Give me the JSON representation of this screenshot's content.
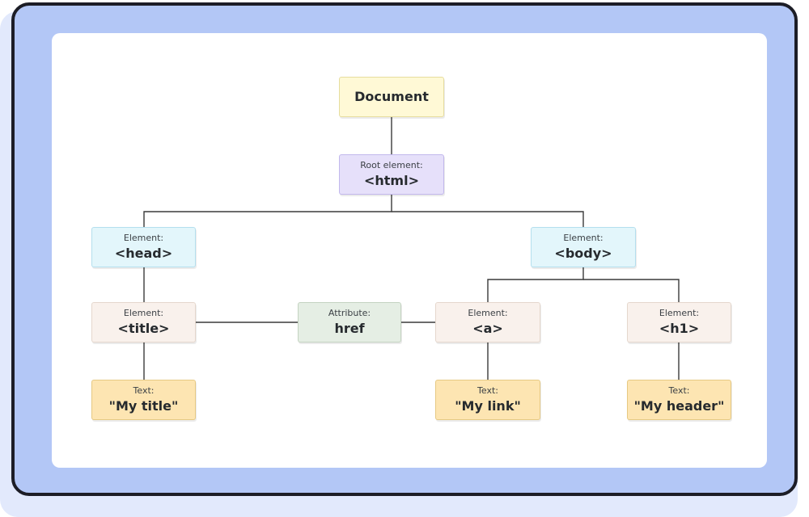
{
  "diagram": {
    "nodes": {
      "document": {
        "value": "Document",
        "color": "#fff9d6",
        "border": "#e6dd9e"
      },
      "html": {
        "label": "Root element:",
        "value": "<html>",
        "color": "#e6e0fa",
        "border": "#c2b8ec"
      },
      "head": {
        "label": "Element:",
        "value": "<head>",
        "color": "#e3f6fb",
        "border": "#b4dfee"
      },
      "body": {
        "label": "Element:",
        "value": "<body>",
        "color": "#e3f6fb",
        "border": "#b4dfee"
      },
      "title": {
        "label": "Element:",
        "value": "<title>",
        "color": "#f9f1ec",
        "border": "#e5d7cd"
      },
      "href": {
        "label": "Attribute:",
        "value": "href",
        "color": "#e5eee4",
        "border": "#c4d3c1"
      },
      "a": {
        "label": "Element:",
        "value": "<a>",
        "color": "#f9f1ec",
        "border": "#e5d7cd"
      },
      "h1": {
        "label": "Element:",
        "value": "<h1>",
        "color": "#f9f1ec",
        "border": "#e5d7cd"
      },
      "text_title": {
        "label": "Text:",
        "value": "\"My title\"",
        "color": "#fde5b2",
        "border": "#e6c983"
      },
      "text_link": {
        "label": "Text:",
        "value": "\"My link\"",
        "color": "#fde5b2",
        "border": "#e6c983"
      },
      "text_header": {
        "label": "Text:",
        "value": "\"My header\"",
        "color": "#fde5b2",
        "border": "#e6c983"
      }
    },
    "edges": [
      [
        "document",
        "html"
      ],
      [
        "html",
        "head"
      ],
      [
        "html",
        "body"
      ],
      [
        "head",
        "title"
      ],
      [
        "title",
        "text_title"
      ],
      [
        "title",
        "href"
      ],
      [
        "href",
        "a"
      ],
      [
        "body",
        "a"
      ],
      [
        "body",
        "h1"
      ],
      [
        "a",
        "text_link"
      ],
      [
        "h1",
        "text_header"
      ]
    ],
    "line_color": "#3a3a3a",
    "frame_color": "#b3c7f6"
  }
}
